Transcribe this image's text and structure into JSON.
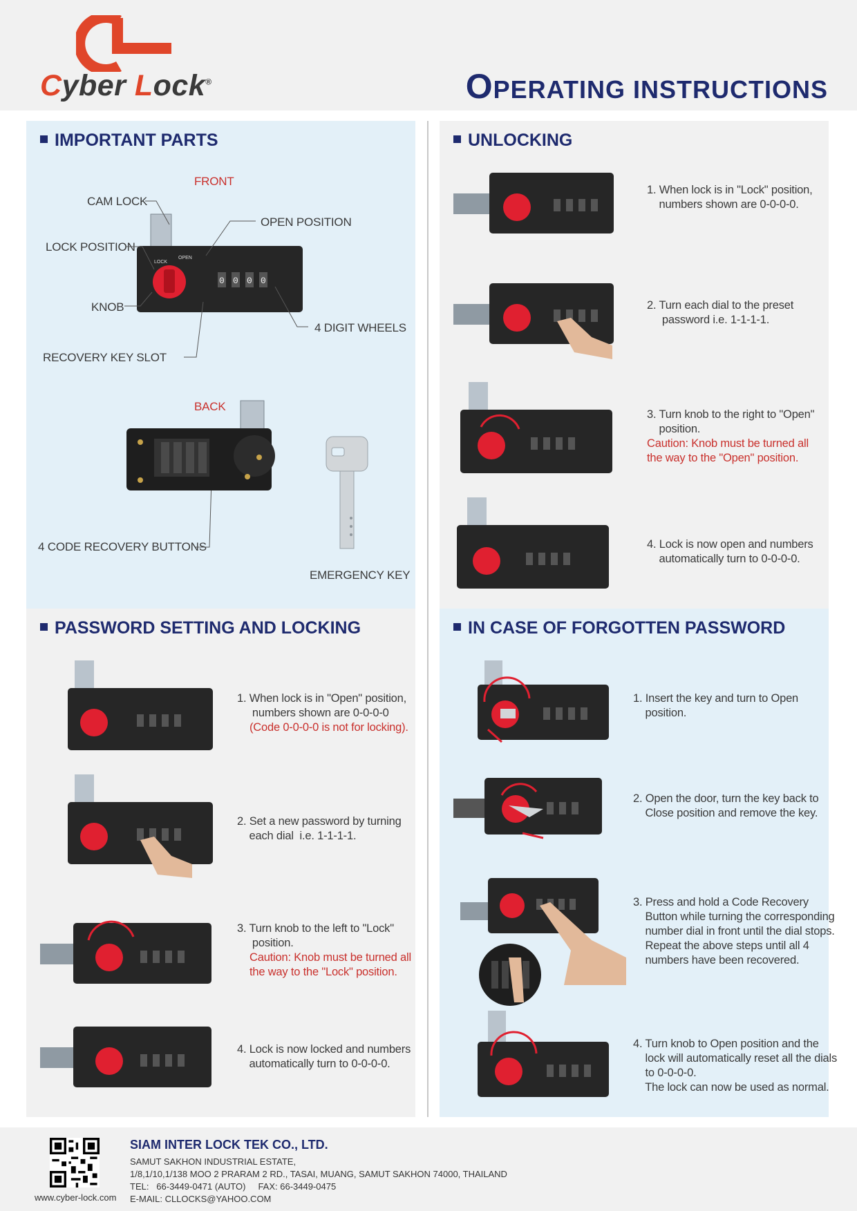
{
  "header": {
    "brand_c": "C",
    "brand_mid": "yber ",
    "brand_l": "L",
    "brand_end": "ock",
    "brand_reg": "®",
    "title_first": "O",
    "title_rest": "PERATING INSTRUCTIONS"
  },
  "colors": {
    "navy": "#1e2a6e",
    "red": "#c9302c",
    "brand_red": "#e0462a",
    "panel_blue": "#e3f0f8",
    "panel_grey": "#f1f1f1",
    "lock_body": "#262626",
    "knob": "#e02030"
  },
  "parts": {
    "title": "IMPORTANT PARTS",
    "front": "FRONT",
    "cam_lock": "CAM LOCK",
    "open_position": "OPEN POSITION",
    "lock_position": "LOCK POSITION",
    "knob": "KNOB",
    "digit_wheels": "4 DIGIT WHEELS",
    "recovery_key_slot": "RECOVERY KEY SLOT",
    "back": "BACK",
    "recovery_buttons": "4 CODE RECOVERY BUTTONS",
    "emergency_key": "EMERGENCY KEY",
    "knob_lock": "LOCK",
    "knob_open": "OPEN",
    "digits": [
      "0",
      "0",
      "0",
      "0"
    ]
  },
  "unlocking": {
    "title": "UNLOCKING",
    "steps": [
      {
        "text": "1. When lock is in \"Lock\" position,\n    numbers shown are 0-0-0-0.",
        "caution": ""
      },
      {
        "text": "2. Turn each dial to the preset\n     password i.e. 1-1-1-1.",
        "caution": ""
      },
      {
        "text": "3. Turn knob to the right to \"Open\"\n    position.",
        "caution": "Caution: Knob must be turned all\nthe way to the \"Open\" position."
      },
      {
        "text": "4. Lock is now open and numbers\n    automatically turn to 0-0-0-0.",
        "caution": ""
      }
    ]
  },
  "password": {
    "title": "PASSWORD SETTING AND LOCKING",
    "steps": [
      {
        "text": "1. When lock is in \"Open\" position,\n     numbers shown are 0-0-0-0",
        "caution": "(Code 0-0-0-0 is not for locking)."
      },
      {
        "text": "2. Set a new password by turning\n    each dial  i.e. 1-1-1-1.",
        "caution": ""
      },
      {
        "text": "3. Turn knob to the left to \"Lock\"\n     position.",
        "caution": "Caution: Knob must be turned all\nthe way to the \"Lock\" position."
      },
      {
        "text": "4. Lock is now locked and numbers\n    automatically turn to 0-0-0-0.",
        "caution": ""
      }
    ]
  },
  "forgotten": {
    "title": "IN CASE OF FORGOTTEN PASSWORD",
    "steps": [
      {
        "text": "1. Insert the key and turn to Open\n    position.",
        "caution": ""
      },
      {
        "text": "2. Open the door, turn the key back to\n    Close position and remove the key.",
        "caution": ""
      },
      {
        "text": "3. Press and hold a Code Recovery\n    Button while turning the corresponding\n    number dial in front until the dial stops.\n    Repeat the above steps until all 4\n    numbers have been recovered.",
        "caution": ""
      },
      {
        "text": "4. Turn knob to Open position and the\n    lock will automatically reset all the dials\n    to 0-0-0-0.\n    The lock can now be used as normal.",
        "caution": ""
      }
    ]
  },
  "footer": {
    "company": "SIAM INTER LOCK TEK CO., LTD.",
    "line1": "SAMUT SAKHON INDUSTRIAL ESTATE,",
    "line2": "1/8,1/10,1/138  MOO 2  PRARAM 2 RD., TASAI, MUANG, SAMUT SAKHON 74000, THAILAND",
    "line3": "TEL:   66-3449-0471 (AUTO)     FAX: 66-3449-0475",
    "line4": "E-MAIL:  CLLOCKS@YAHOO.COM",
    "website": "www.cyber-lock.com"
  }
}
